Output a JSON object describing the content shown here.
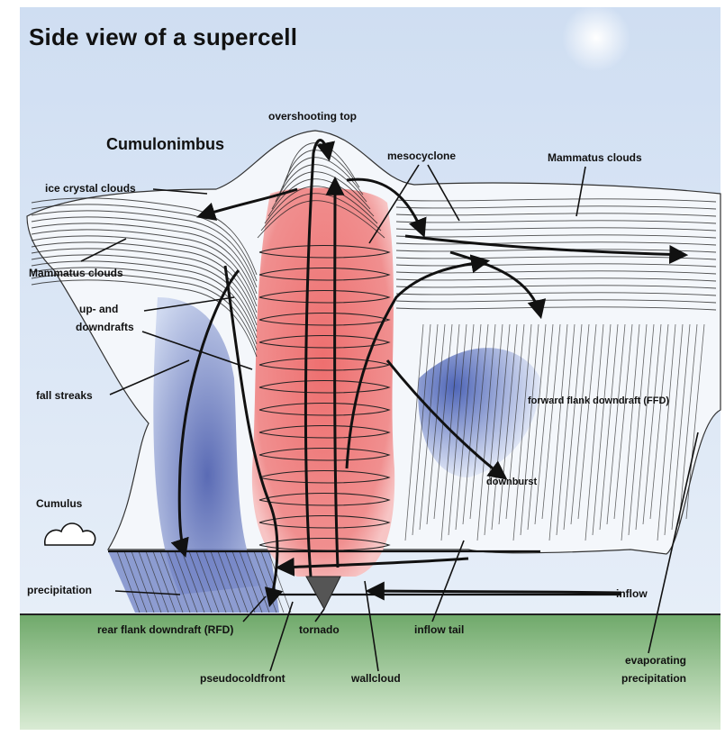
{
  "title": "Side view of a supercell",
  "labels": {
    "cumulonimbus": "Cumulonimbus",
    "overshooting_top": "overshooting top",
    "mesocyclone": "mesocyclone",
    "mammatus_right": "Mammatus clouds",
    "ice_crystal": "ice crystal clouds",
    "mammatus_left": "Mammatus clouds",
    "updown_1": "up- and",
    "updown_2": "downdrafts",
    "fall_streaks": "fall streaks",
    "forward_flank": "forward flank downdraft (FFD)",
    "downburst": "downburst",
    "cumulus": "Cumulus",
    "precipitation": "precipitation",
    "inflow": "inflow",
    "rfd": "rear flank downdraft (RFD)",
    "tornado": "tornado",
    "inflow_tail": "inflow tail",
    "pseudocoldfront": "pseudocoldfront",
    "wallcloud": "wallcloud",
    "evaporating_1": "evaporating",
    "evaporating_2": "precipitation"
  },
  "colors": {
    "sky": "#dbe8f7",
    "updraft": "#ef7b7b",
    "precip_blue": "#4a5fb3",
    "ground": "#7fb47a",
    "line": "#111111"
  },
  "icons": [
    "sun-icon",
    "cumulus-cloud-icon",
    "tornado-funnel-icon"
  ]
}
